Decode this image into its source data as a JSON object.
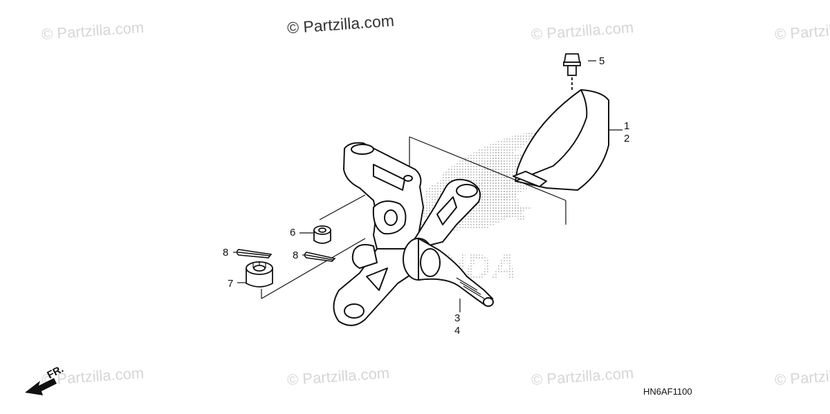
{
  "watermark": {
    "main_text": "© Partzilla.com",
    "repeat_text": "© Partzilla.com"
  },
  "brand_background": {
    "letters": "NDA",
    "color": "#b8b8b8"
  },
  "callouts": {
    "c1": "1",
    "c2": "2",
    "c3": "3",
    "c4": "4",
    "c5": "5",
    "c6": "6",
    "c7": "7",
    "c8a": "8",
    "c8b": "8"
  },
  "direction_label": "FR.",
  "diagram_code": "HN6AF1100",
  "colors": {
    "line": "#111111",
    "watermark": "#d6d6d6"
  }
}
